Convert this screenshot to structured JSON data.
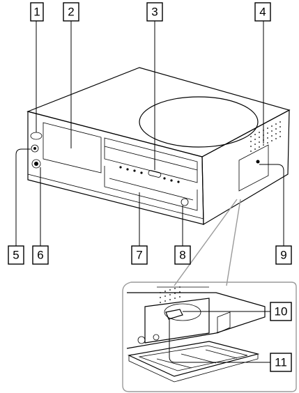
{
  "callouts": [
    {
      "id": "1",
      "label": "1"
    },
    {
      "id": "2",
      "label": "2"
    },
    {
      "id": "3",
      "label": "3"
    },
    {
      "id": "4",
      "label": "4"
    },
    {
      "id": "5",
      "label": "5"
    },
    {
      "id": "6",
      "label": "6"
    },
    {
      "id": "7",
      "label": "7"
    },
    {
      "id": "8",
      "label": "8"
    },
    {
      "id": "9",
      "label": "9"
    },
    {
      "id": "10",
      "label": "10"
    },
    {
      "id": "11",
      "label": "11"
    }
  ],
  "colors": {
    "line": "#000000",
    "background": "#ffffff",
    "inset_border": "#9a9a9a",
    "shade": "#e6e6e6"
  }
}
